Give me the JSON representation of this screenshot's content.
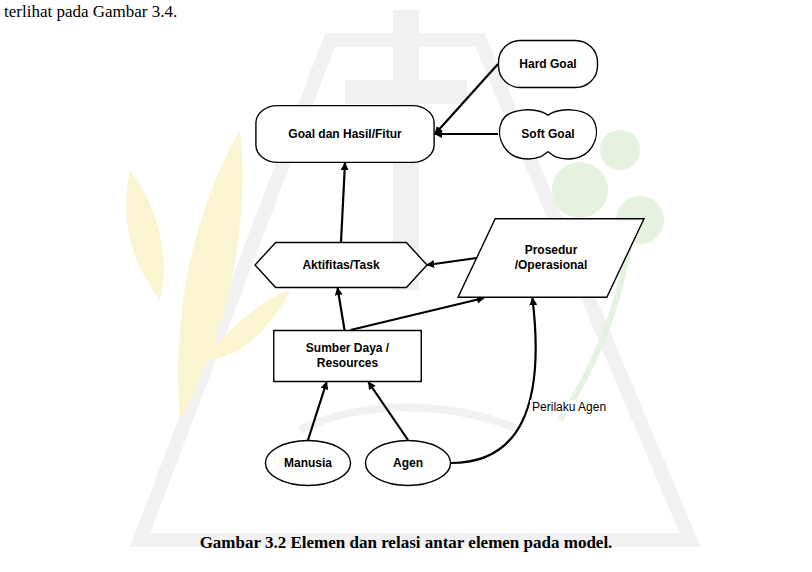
{
  "diagram": {
    "caption": "Gambar 3.2 Elemen dan relasi antar elemen pada model.",
    "nodes": [
      {
        "text": [
          "Goal dan Hasil/Fitur"
        ]
      },
      {
        "text": [
          "Hard Goal"
        ]
      },
      {
        "text": [
          "Soft Goal"
        ]
      },
      {
        "text": [
          "Aktifitas/Task"
        ]
      },
      {
        "text": [
          "Prosedur /Operasional"
        ]
      },
      {
        "text": [
          "Sumber Daya / Resources"
        ]
      },
      {
        "text": [
          "Manusia"
        ]
      },
      {
        "text": [
          "Agen"
        ]
      }
    ],
    "edges": [
      {
        "from": 1,
        "to": 0,
        "arrow": "to"
      },
      {
        "from": 2,
        "to": 0,
        "arrow": "to"
      },
      {
        "from": 3,
        "to": 0,
        "arrow": "to"
      },
      {
        "from": 4,
        "to": 3,
        "arrow": "to"
      },
      {
        "from": 5,
        "to": 3,
        "arrow": "to"
      },
      {
        "from": 5,
        "to": 4,
        "arrow": "to"
      },
      {
        "from": 6,
        "to": 5,
        "arrow": "to"
      },
      {
        "from": 7,
        "to": 5,
        "arrow": "to"
      },
      {
        "from": 7,
        "to": 4,
        "label": "Perilaku Agen",
        "arrow": "to"
      }
    ],
    "labels": [
      "terlihat pada Gambar 3.4."
    ]
  }
}
